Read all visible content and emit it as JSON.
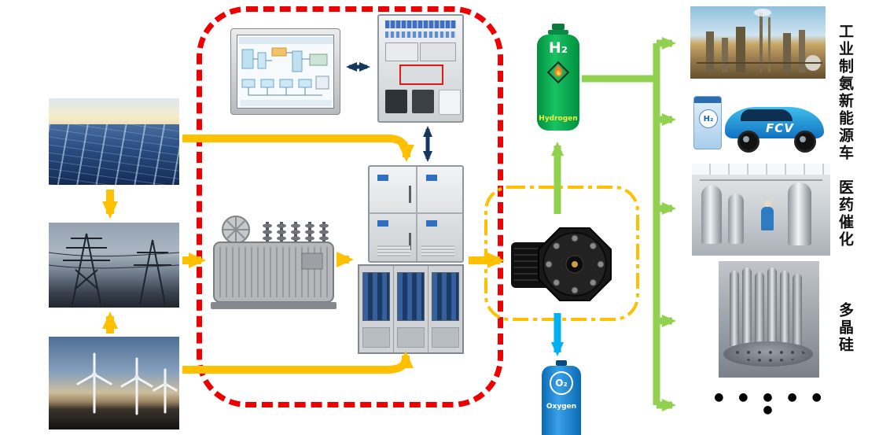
{
  "colors": {
    "flow_arrow_yellow": "#FFC000",
    "flow_arrow_green": "#92D050",
    "flow_arrow_blue": "#00B0F0",
    "signal_arrow_navy": "#17375E",
    "boundary_red": "#EF0000",
    "h2_bottle_green": "#00A94F",
    "o2_bottle_blue": "#0A78C8"
  },
  "sources": [
    {
      "icon": "solar-panels-photo"
    },
    {
      "icon": "transmission-grid-photo"
    },
    {
      "icon": "wind-turbines-photo"
    }
  ],
  "equipment": [
    {
      "icon": "scada-monitor"
    },
    {
      "icon": "control-cabinet"
    },
    {
      "icon": "transformer"
    },
    {
      "icon": "power-conversion-cabinet"
    },
    {
      "icon": "rectifier-cabinets"
    },
    {
      "icon": "electrolyzer-stack"
    }
  ],
  "bottles": {
    "h2": {
      "symbol": "H₂",
      "label": "Hydrogen"
    },
    "o2": {
      "symbol": "O₂",
      "label": "Oxygen"
    }
  },
  "vehicle": {
    "badge": "FCV",
    "pump_badge": "H₂"
  },
  "applications": [
    {
      "label": "工业制氨",
      "icon": "ammonia-plant-photo"
    },
    {
      "label": "新能源车",
      "icon": "fuel-cell-vehicle-photo"
    },
    {
      "label": "医药催化",
      "icon": "pharma-catalysis-photo"
    },
    {
      "label": "多晶硅",
      "icon": "polysilicon-rods-photo"
    }
  ],
  "more_indicator": "● ● ● ● ● ●"
}
